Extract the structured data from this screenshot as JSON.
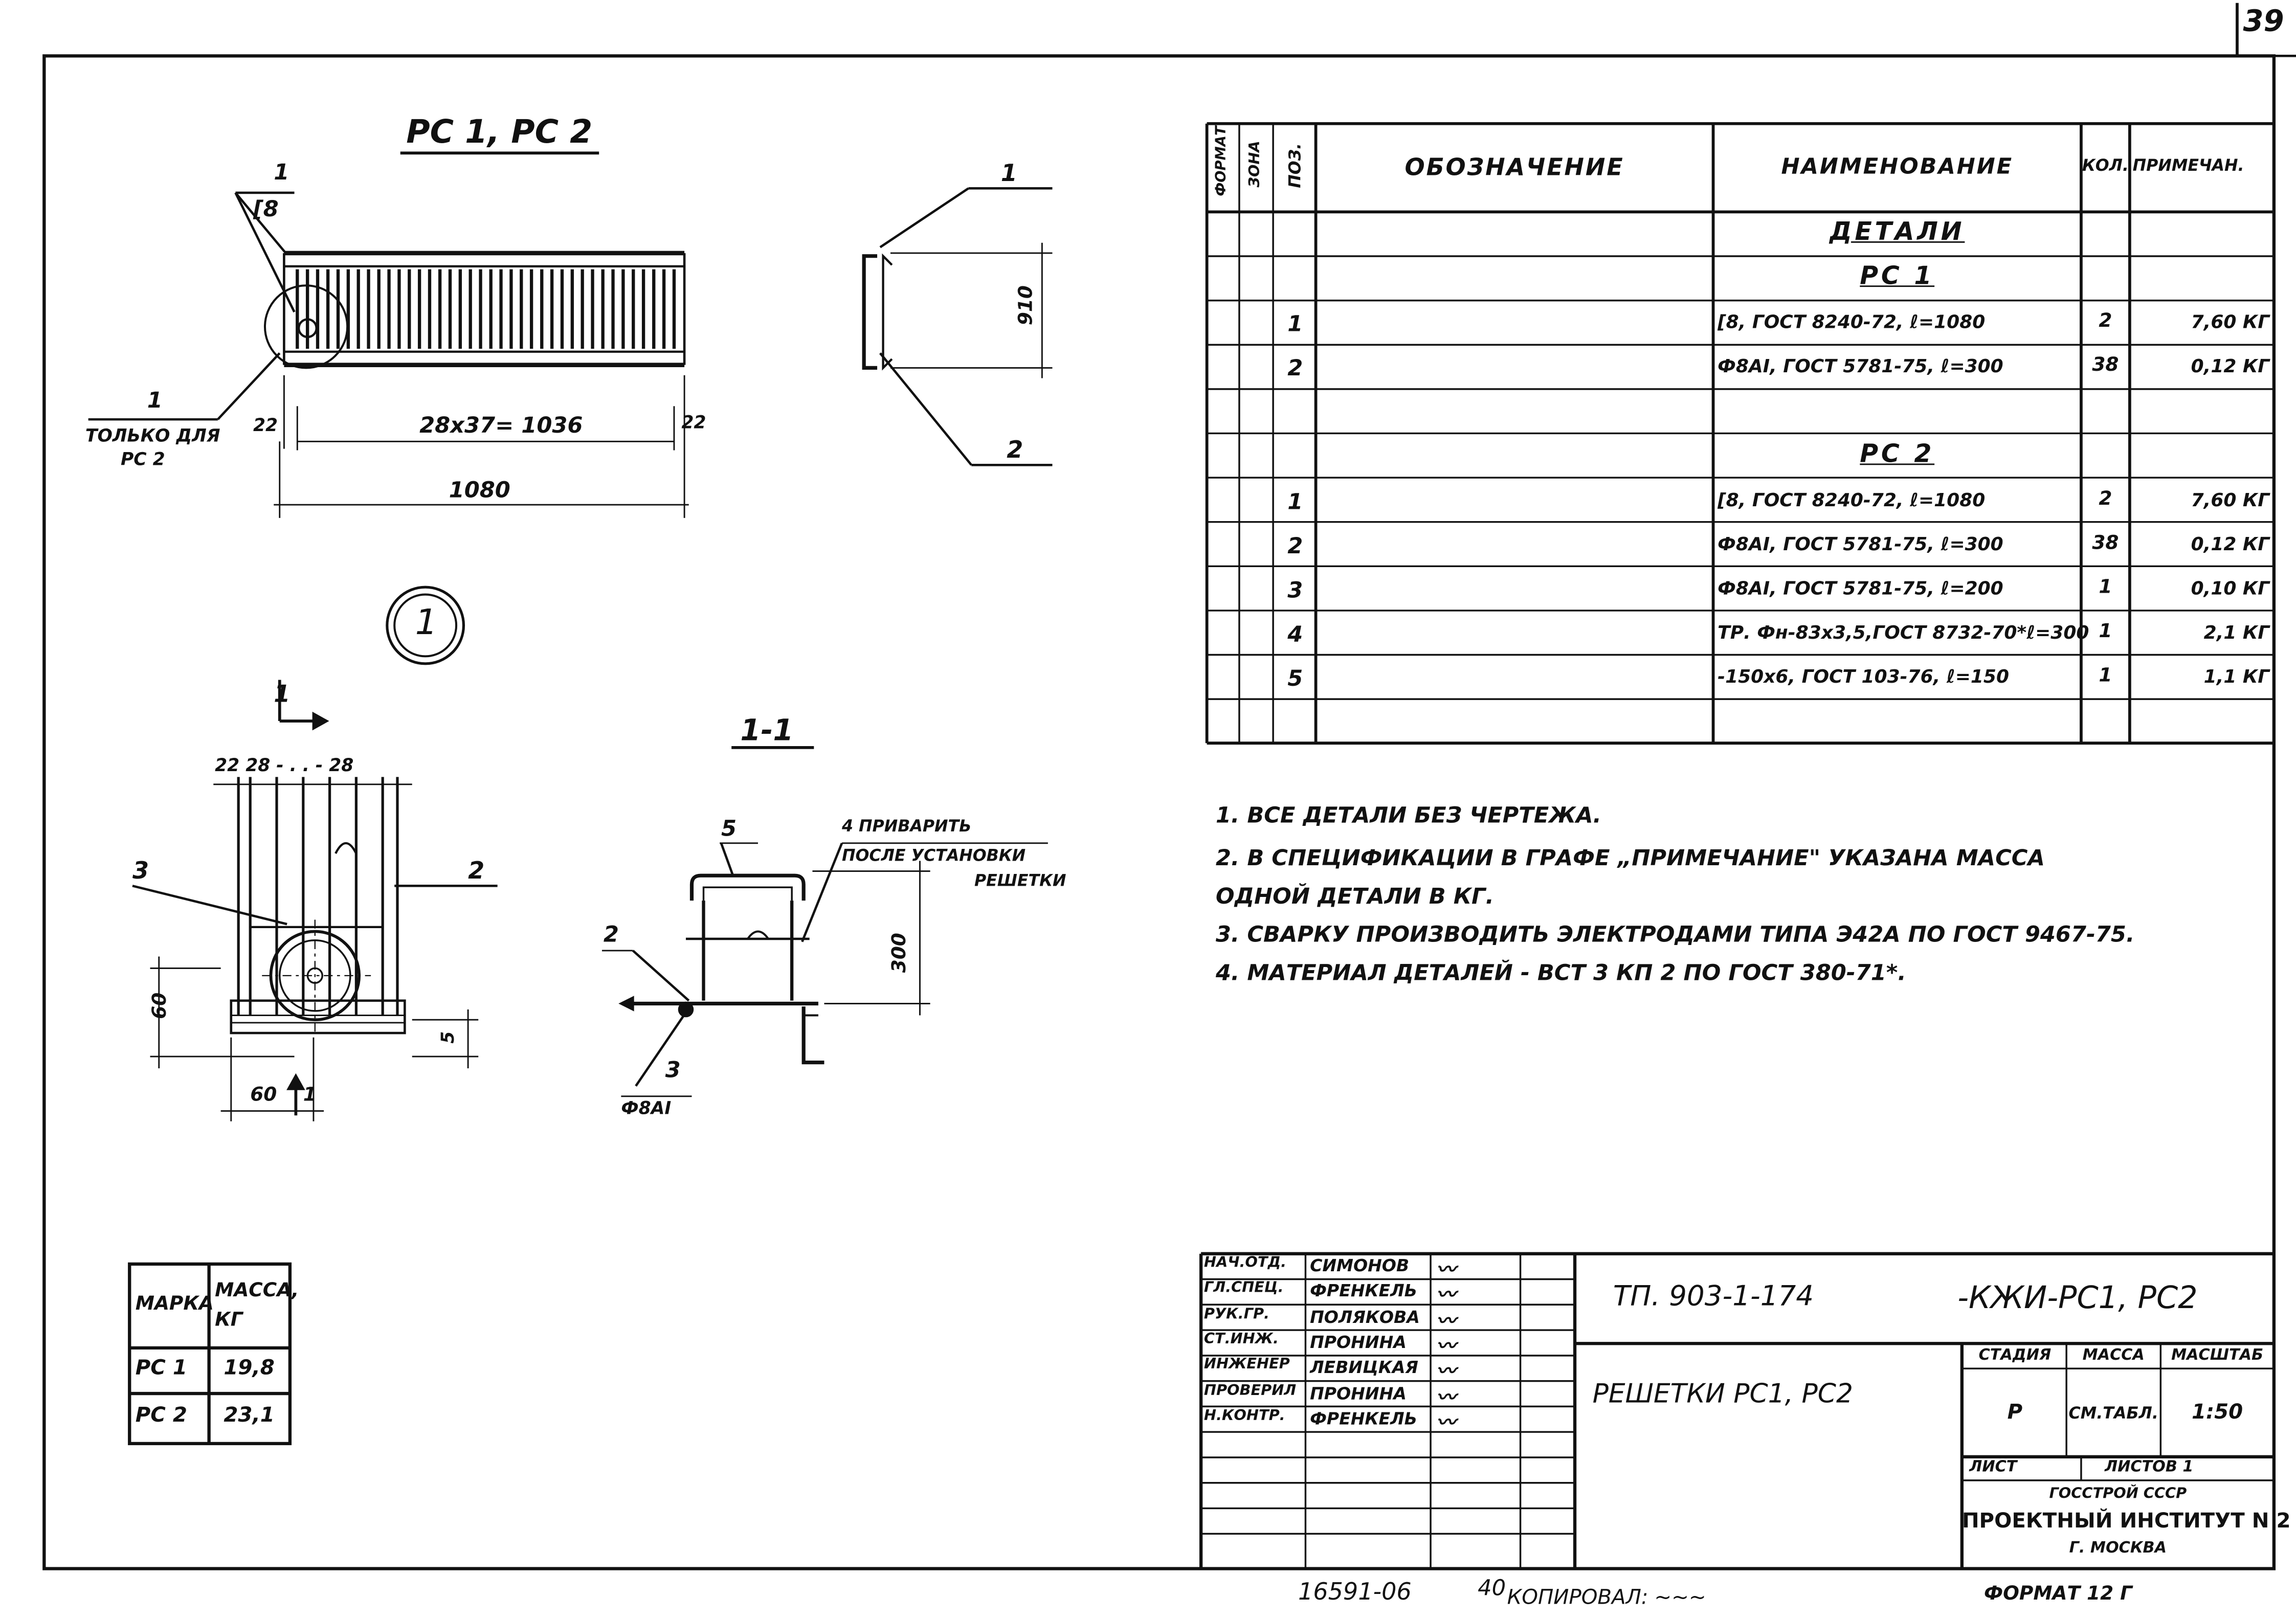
{
  "page_number": "39",
  "drawing": {
    "view_title": "РС 1, РС 2",
    "top_view": {
      "leader_top_pos": "1",
      "leader_top_label": "[8",
      "leader_bottom_pos": "1",
      "leader_bottom_note_line1": "ТОЛЬКО ДЛЯ",
      "leader_bottom_note_line2": "РС 2",
      "dim_left": "22",
      "dim_mid": "28x37= 1036",
      "dim_right": "22",
      "dim_total": "1080"
    },
    "side_view": {
      "pos_top": "1",
      "pos_bottom": "2",
      "dim": "910"
    },
    "node_label": "1",
    "node_view": {
      "cut_label": "1",
      "dims_top": "22 28 - . . - 28",
      "pos_left": "3",
      "pos_right": "2",
      "dim_height": "60",
      "dim_width": "60",
      "dim_small": "5",
      "cut_mark": "1"
    },
    "section": {
      "title": "1-1",
      "pos5": "5",
      "note_line1": "4 ПРИВАРИТЬ",
      "note_line2": "ПОСЛЕ УСТАНОВКИ",
      "note_line3": "РЕШЕТКИ",
      "pos2": "2",
      "pos3": "3",
      "bar_label": "Ф8АI",
      "dim": "300"
    }
  },
  "spec_table": {
    "headers": {
      "format": "ФОРМАТ",
      "zone": "ЗОНА",
      "pos": "ПОЗ.",
      "designation": "ОБОЗНАЧЕНИЕ",
      "name": "НАИМЕНОВАНИЕ",
      "qty": "КОЛ.",
      "note": "ПРИМЕЧАН."
    },
    "rows": [
      {
        "pos": "",
        "name": "ДЕТАЛИ",
        "qty": "",
        "note": "",
        "heading": true
      },
      {
        "pos": "",
        "name": "РС 1",
        "qty": "",
        "note": "",
        "heading": true
      },
      {
        "pos": "1",
        "name": "[8, ГОСТ 8240-72, ℓ=1080",
        "qty": "2",
        "note": "7,60 КГ"
      },
      {
        "pos": "2",
        "name": "Ф8АI, ГОСТ 5781-75, ℓ=300",
        "qty": "38",
        "note": "0,12 КГ"
      },
      {
        "pos": "",
        "name": "",
        "qty": "",
        "note": ""
      },
      {
        "pos": "",
        "name": "РС 2",
        "qty": "",
        "note": "",
        "heading": true
      },
      {
        "pos": "1",
        "name": "[8, ГОСТ 8240-72, ℓ=1080",
        "qty": "2",
        "note": "7,60 КГ"
      },
      {
        "pos": "2",
        "name": "Ф8АI, ГОСТ 5781-75, ℓ=300",
        "qty": "38",
        "note": "0,12 КГ"
      },
      {
        "pos": "3",
        "name": "Ф8АI, ГОСТ 5781-75, ℓ=200",
        "qty": "1",
        "note": "0,10 КГ"
      },
      {
        "pos": "4",
        "name": "ТР. Фн-83x3,5,ГОСТ 8732-70*ℓ=300",
        "qty": "1",
        "note": "2,1 КГ"
      },
      {
        "pos": "5",
        "name": "-150x6, ГОСТ 103-76, ℓ=150",
        "qty": "1",
        "note": "1,1 КГ"
      },
      {
        "pos": "",
        "name": "",
        "qty": "",
        "note": ""
      }
    ]
  },
  "notes": [
    "1.  ВСЕ ДЕТАЛИ БЕЗ ЧЕРТЕЖА.",
    "2.  В СПЕЦИФИКАЦИИ В ГРАФЕ „ПРИМЕЧАНИЕ\" УКАЗАНА МАССА",
    "     ОДНОЙ ДЕТАЛИ В КГ.",
    "3.  СВАРКУ ПРОИЗВОДИТЬ ЭЛЕКТРОДАМИ ТИПА Э42А ПО ГОСТ 9467-75.",
    "4.  МАТЕРИАЛ ДЕТАЛЕЙ - ВСТ 3 КП 2 ПО ГОСТ 380-71*."
  ],
  "mass_table": {
    "headers": [
      "МАРКА",
      "МАССА, КГ"
    ],
    "rows": [
      [
        "РС 1",
        "19,8"
      ],
      [
        "РС 2",
        "23,1"
      ]
    ]
  },
  "title_block": {
    "staff": [
      {
        "role": "НАЧ.ОТД.",
        "name": "СИМОНОВ"
      },
      {
        "role": "ГЛ.СПЕЦ.",
        "name": "ФРЕНКЕЛЬ"
      },
      {
        "role": "РУК.ГР.",
        "name": "ПОЛЯКОВА"
      },
      {
        "role": "СТ.ИНЖ.",
        "name": "ПРОНИНА"
      },
      {
        "role": "ИНЖЕНЕР",
        "name": "ЛЕВИЦКАЯ"
      },
      {
        "role": "ПРОВЕРИЛ",
        "name": "ПРОНИНА"
      },
      {
        "role": "Н.КОНТР.",
        "name": "ФРЕНКЕЛЬ"
      }
    ],
    "project_code": "ТП. 903-1-174",
    "sheet_code": "-КЖИ-РС1, РС2",
    "title": "РЕШЕТКИ РС1, РС2",
    "stage_label": "СТАДИЯ",
    "mass_label": "МАССА",
    "scale_label": "МАСШТАБ",
    "stage": "Р",
    "mass": "СМ.ТАБЛ.",
    "scale": "1:50",
    "sheet_label": "ЛИСТ",
    "sheets_label": "ЛИСТОВ 1",
    "org_line1": "ГОССТРОЙ СССР",
    "org_line2": "ПРОЕКТНЫЙ ИНСТИТУТ N 2",
    "org_line3": "Г. МОСКВА"
  },
  "footer": {
    "number": "16591-06",
    "copy_no": "40",
    "copied": "КОПИРОВАЛ:",
    "format": "ФОРМАТ 12 Г"
  }
}
